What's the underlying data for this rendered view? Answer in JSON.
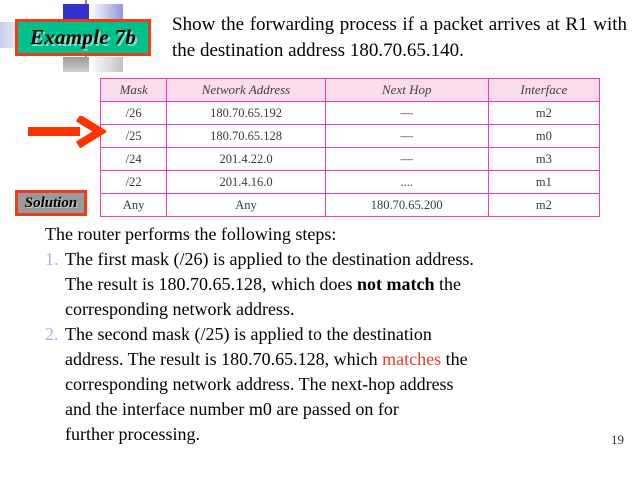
{
  "slide": {
    "example_label": "Example 7b",
    "solution_label": "Solution",
    "page_number": "19",
    "prompt": "Show the forwarding process if a packet arrives at R1 with the destination address 180.70.65.140."
  },
  "colors": {
    "example_badge_bg": "#00C08E",
    "badge_border": "#E8401C",
    "solution_badge_bg": "#9A9A9A",
    "table_border": "#EE3BBD",
    "table_header_bg": "#FBDCED",
    "arrow": "#FF3300",
    "step_marker": "#A9B3E0",
    "match_highlight": "#EE3A24",
    "deco_blue": "#3333CC"
  },
  "icons": {
    "arrow": "right-arrow-icon"
  },
  "table": {
    "columns": [
      "Mask",
      "Network Address",
      "Next Hop",
      "Interface"
    ],
    "rows": [
      [
        "/26",
        "180.70.65.192",
        "—",
        "m2"
      ],
      [
        "/25",
        "180.70.65.128",
        "—",
        "m0"
      ],
      [
        "/24",
        "201.4.22.0",
        "—",
        "m3"
      ],
      [
        "/22",
        "201.4.16.0",
        "....",
        "m1"
      ],
      [
        "Any",
        "Any",
        "180.70.65.200",
        "m2"
      ]
    ]
  },
  "solution": {
    "intro": "The router performs the following steps:",
    "steps": [
      {
        "marker": "1.",
        "lines": [
          {
            "parts": [
              {
                "text": "The first mask (/26) is applied to the destination address.",
                "style": "plain"
              }
            ]
          },
          {
            "parts": [
              {
                "text": "The result is 180.70.65.128, which does ",
                "style": "plain"
              },
              {
                "text": "not match",
                "style": "bold"
              },
              {
                "text": " the",
                "style": "plain"
              }
            ]
          },
          {
            "parts": [
              {
                "text": " corresponding network address.",
                "style": "plain"
              }
            ]
          }
        ]
      },
      {
        "marker": "2.",
        "lines": [
          {
            "parts": [
              {
                "text": "The second mask (/25) is applied to the destination",
                "style": "plain"
              }
            ]
          },
          {
            "parts": [
              {
                "text": "address. The result is 180.70.65.128, which ",
                "style": "plain"
              },
              {
                "text": "matches",
                "style": "match"
              },
              {
                "text": " the",
                "style": "plain"
              }
            ]
          },
          {
            "parts": [
              {
                "text": "corresponding network address. The next-hop address",
                "style": "plain"
              }
            ]
          },
          {
            "parts": [
              {
                "text": "and the interface number m0 are passed on for",
                "style": "plain"
              }
            ]
          },
          {
            "parts": [
              {
                "text": "further processing.",
                "style": "plain"
              }
            ]
          }
        ]
      }
    ]
  }
}
